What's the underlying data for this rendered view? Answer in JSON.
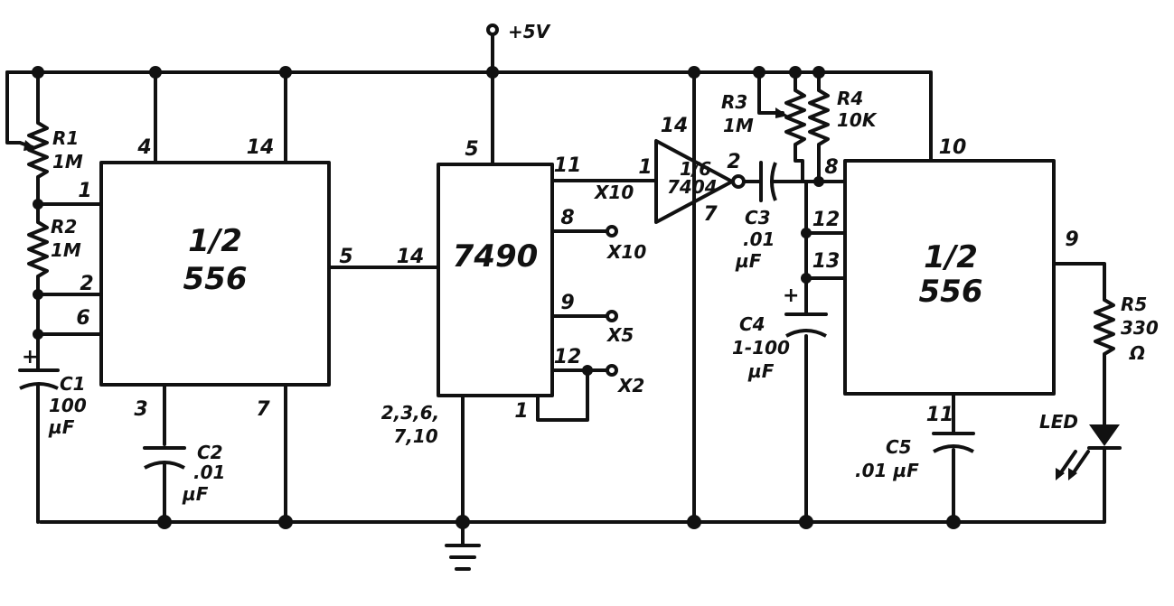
{
  "supply": "+5V",
  "timer1": {
    "line1": "1/2",
    "line2": "556",
    "pins": {
      "p4": "4",
      "p14": "14",
      "p1": "1",
      "p2": "2",
      "p6": "6",
      "p5": "5",
      "p3": "3",
      "p7": "7"
    }
  },
  "counter": {
    "name": "7490",
    "pins": {
      "p5": "5",
      "p11": "11",
      "p14": "14",
      "p8": "8",
      "p9": "9",
      "p12": "12",
      "p1": "1"
    },
    "gnd_pins_a": "2,3,6,",
    "gnd_pins_b": "7,10"
  },
  "taps": {
    "x10_wire": "X10",
    "x10": "X10",
    "x5": "X5",
    "x2": "X2"
  },
  "inverter": {
    "line1": "1/6",
    "line2": "7404",
    "p14": "14",
    "p1": "1",
    "p2": "2",
    "p7": "7"
  },
  "timer2": {
    "line1": "1/2",
    "line2": "556",
    "pins": {
      "p10": "10",
      "p8": "8",
      "p12": "12",
      "p13": "13",
      "p9": "9",
      "p11": "11"
    }
  },
  "r1": {
    "name": "R1",
    "value": "1M"
  },
  "r2": {
    "name": "R2",
    "value": "1M"
  },
  "r3": {
    "name": "R3",
    "value": "1M"
  },
  "r4": {
    "name": "R4",
    "value": "10K"
  },
  "r5": {
    "name": "R5",
    "value": "330",
    "unit": "Ω"
  },
  "c1": {
    "name": "C1",
    "value": "100",
    "unit": "µF",
    "polarity": "+"
  },
  "c2": {
    "name": "C2",
    "value": ".01",
    "unit": "µF"
  },
  "c3": {
    "name": "C3",
    "value": ".01",
    "unit": "µF"
  },
  "c4": {
    "name": "C4",
    "value": "1-100",
    "unit": "µF",
    "polarity": "+"
  },
  "c5": {
    "name": "C5",
    "value": ".01 µF"
  },
  "led": {
    "label": "LED"
  }
}
